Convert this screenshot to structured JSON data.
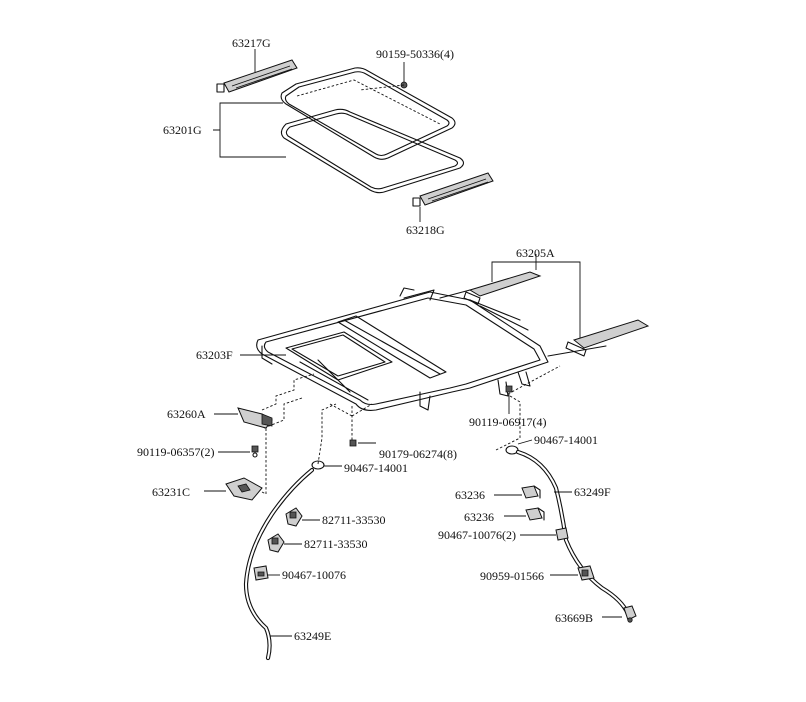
{
  "diagram": {
    "labels": {
      "p63217G": "63217G",
      "p90159_50336": "90159-50336(4)",
      "p63201G": "63201G",
      "p63218G": "63218G",
      "p63205A": "63205A",
      "p63203F": "63203F",
      "p63260A": "63260A",
      "p90119_06917": "90119-06917(4)",
      "p90467_14001_right": "90467-14001",
      "p90119_06357": "90119-06357(2)",
      "p90179_06274": "90179-06274(8)",
      "p90467_14001_left": "90467-14001",
      "p63231C": "63231C",
      "p63249F": "63249F",
      "p63236_a": "63236",
      "p63236_b": "63236",
      "p82711_33530_a": "82711-33530",
      "p90467_10076_2": "90467-10076(2)",
      "p82711_33530_b": "82711-33530",
      "p90467_10076": "90467-10076",
      "p90959_01566": "90959-01566",
      "p63669B": "63669B",
      "p63249E": "63249E"
    }
  }
}
